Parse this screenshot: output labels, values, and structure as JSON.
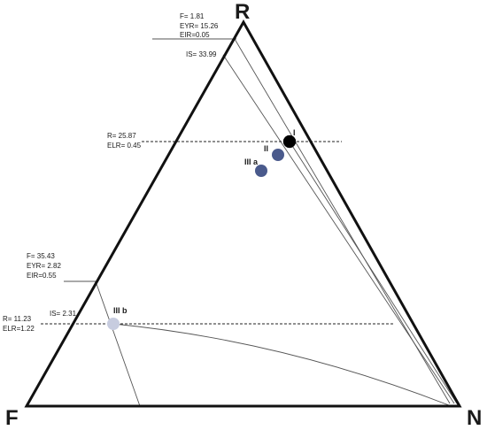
{
  "vertices": {
    "top": "R",
    "left": "F",
    "right": "N"
  },
  "annotations": {
    "top_block": [
      "F= 1.81",
      "EYR= 15.26",
      "EIR=0.05"
    ],
    "is_top": "IS= 33.99",
    "r_line_top": [
      "R= 25.87",
      "ELR= 0.45"
    ],
    "left_block": [
      "F= 35.43",
      "EYR= 2.82",
      "EIR=0.55"
    ],
    "is_bottom": "IS= 2.31",
    "r_line_bottom": [
      "R= 11.23",
      "ELR=1.22"
    ]
  },
  "points": [
    {
      "label": "I",
      "color": "#000000"
    },
    {
      "label": "II",
      "color": "#4a5a8c"
    },
    {
      "label": "III a",
      "color": "#4a5a8c"
    },
    {
      "label": "III b",
      "color": "#c7ccdf"
    }
  ],
  "colors": {
    "triangle": "#111111",
    "thin_line": "#555555",
    "dashed": "#222222"
  }
}
